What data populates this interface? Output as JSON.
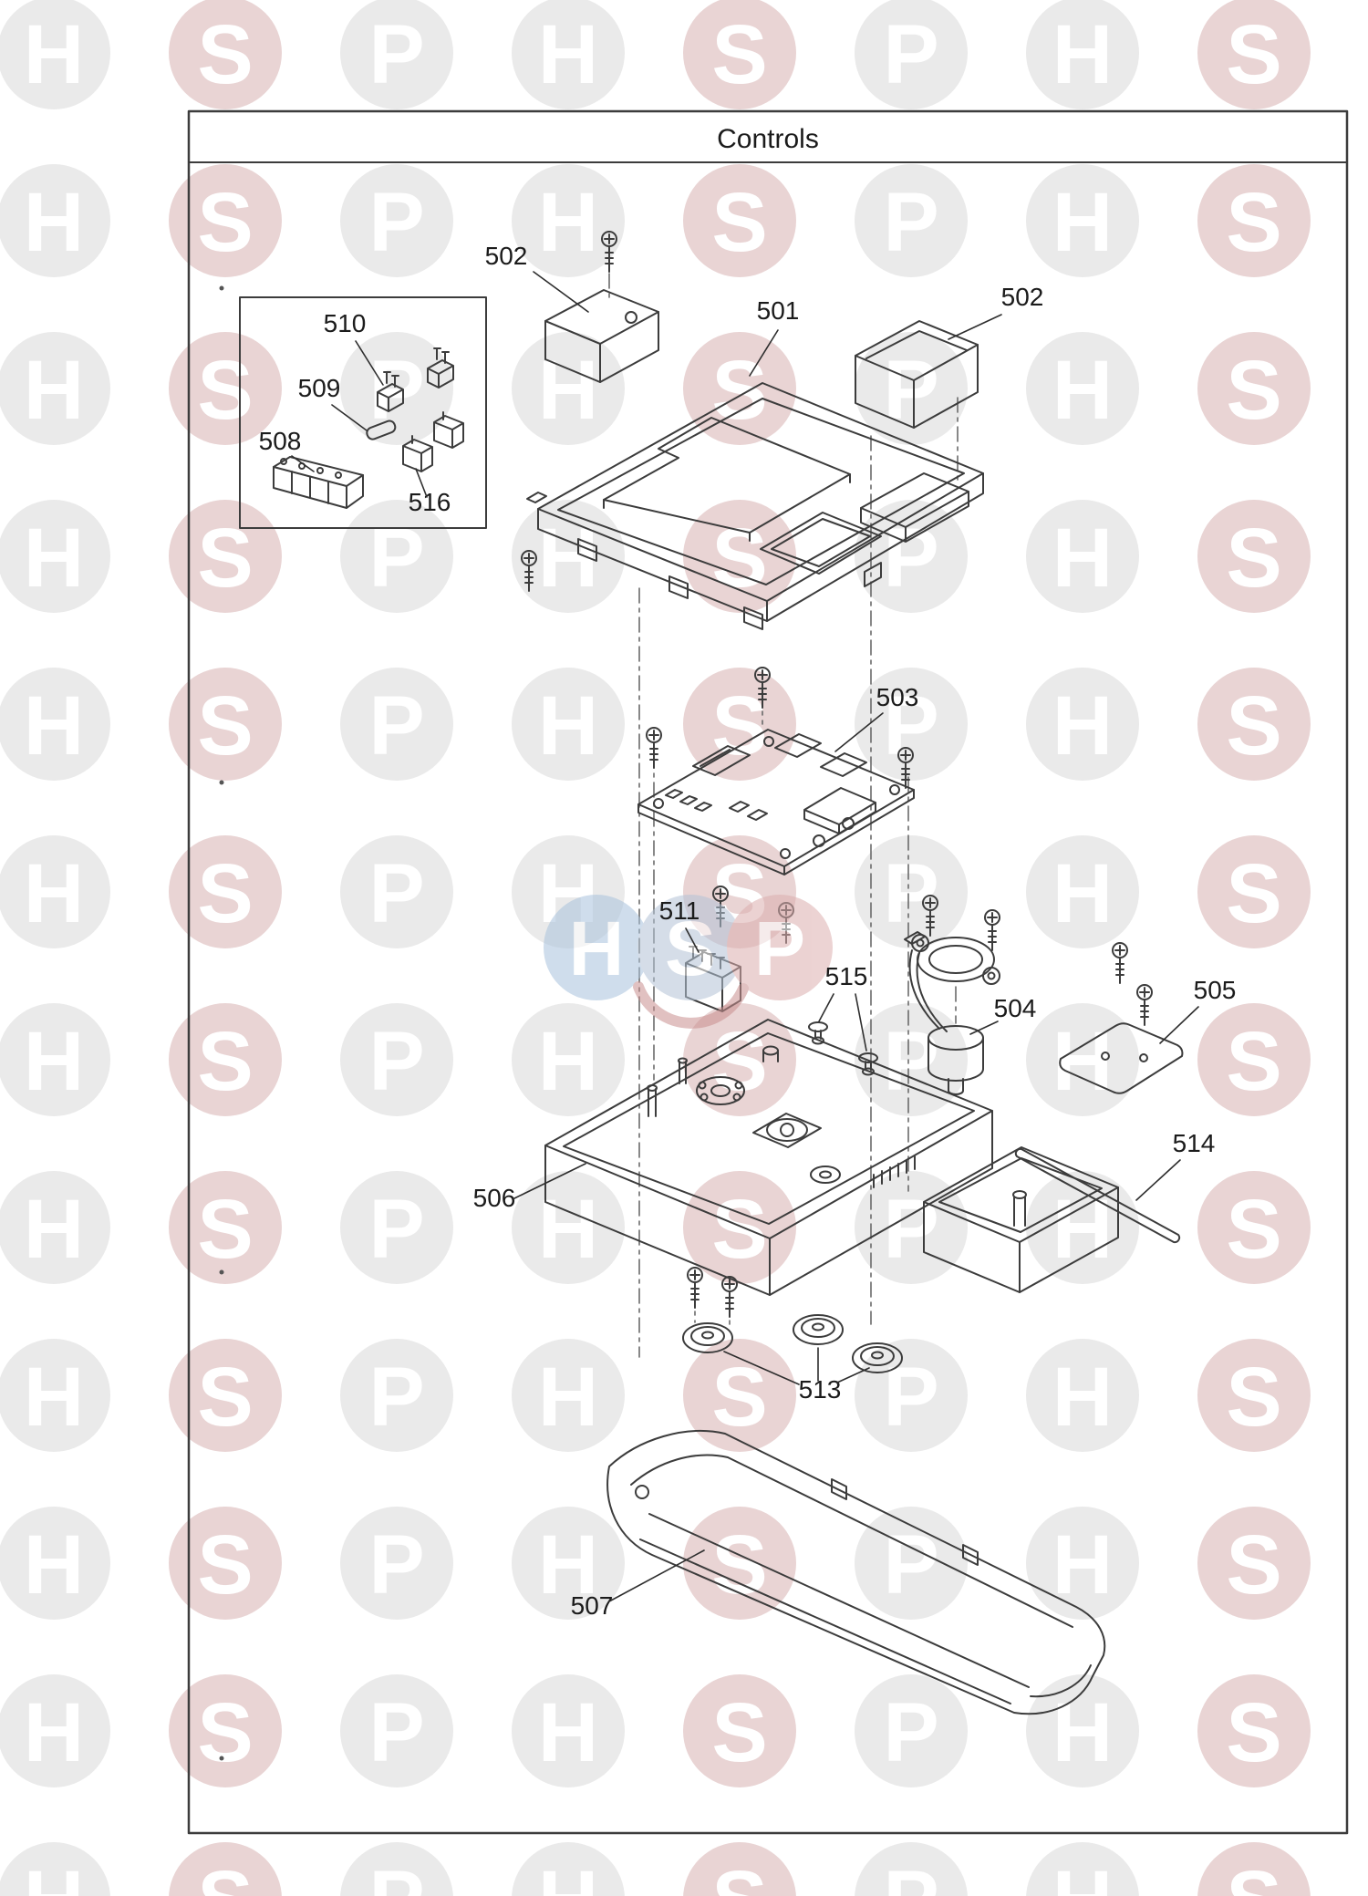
{
  "title": "Controls",
  "watermark": {
    "letter_h": "H",
    "letter_s": "S",
    "letter_p": "P",
    "tile_gray": "#eaeaea",
    "tile_red": "#e9d4d4",
    "logo_blue": "#a9c3dd",
    "logo_mid": "#b3c3d6",
    "logo_red": "#dcaeae"
  },
  "diagram": {
    "line_color": "#3c3c3c",
    "parts": {
      "cover_small_left": {
        "label": "502"
      },
      "top_cover": {
        "label": "501"
      },
      "cover_small_right": {
        "label": "502"
      },
      "pcb": {
        "label": "503"
      },
      "sensor": {
        "label": "504"
      },
      "plate": {
        "label": "505"
      },
      "housing": {
        "label": "506"
      },
      "facia": {
        "label": "507"
      },
      "terminal_block": {
        "label": "508"
      },
      "fuse": {
        "label": "509"
      },
      "clip": {
        "label": "510"
      },
      "relay": {
        "label": "511"
      },
      "knobs": {
        "label": "513"
      },
      "rod": {
        "label": "514"
      },
      "rivets": {
        "label": "515"
      },
      "links": {
        "label": "516"
      }
    }
  }
}
